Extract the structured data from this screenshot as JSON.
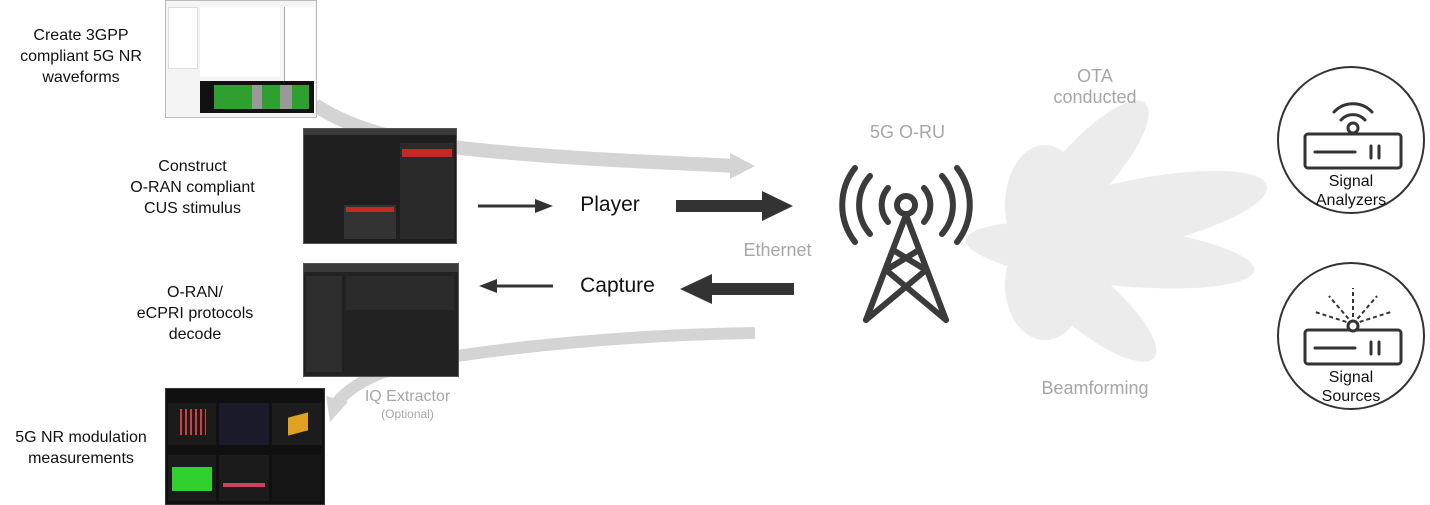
{
  "left_labels": {
    "create": [
      "Create 3GPP",
      "compliant 5G NR",
      "waveforms"
    ],
    "construct": [
      "Construct",
      "O-RAN compliant",
      "CUS stimulus"
    ],
    "decode": [
      "O-RAN/",
      "eCPRI protocols",
      "decode"
    ],
    "measure": [
      "5G NR modulation",
      "measurements"
    ]
  },
  "flow": {
    "player": "Player",
    "capture": "Capture",
    "ethernet": "Ethernet",
    "iq_extractor": "IQ Extractor",
    "iq_optional": "(Optional)"
  },
  "oru": {
    "label": "5G O-RU",
    "ota": [
      "OTA",
      "conducted"
    ],
    "beamforming": "Beamforming"
  },
  "instruments": {
    "analyzers": [
      "Signal",
      "Analyzers"
    ],
    "sources": [
      "Signal",
      "Sources"
    ]
  }
}
